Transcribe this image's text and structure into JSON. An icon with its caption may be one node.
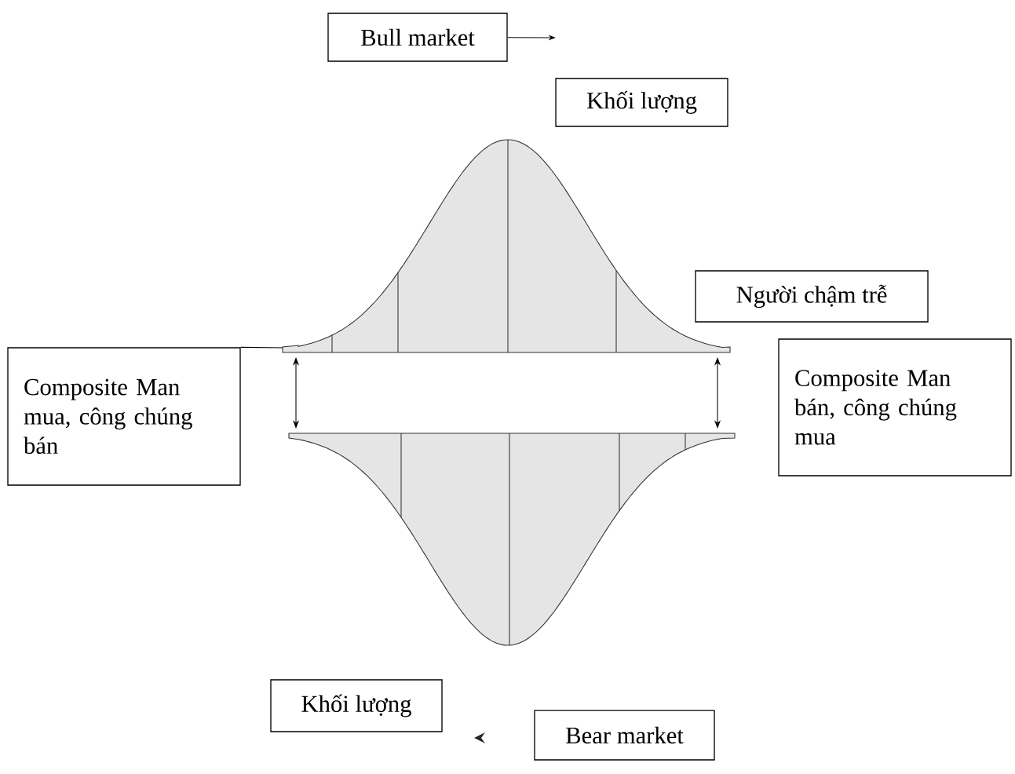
{
  "diagram": {
    "nodes": [
      {
        "text": [
          "Bull market"
        ]
      },
      {
        "text": [
          "Khối lượng"
        ]
      },
      {
        "text": [
          "Người chậm trễ"
        ]
      },
      {
        "text": [
          "Composite Man mua, công chúng bán"
        ]
      },
      {
        "text": [
          "Composite Man bán, công chúng mua"
        ]
      },
      {
        "text": [
          "Khối lượng"
        ]
      },
      {
        "text": [
          "Bear market"
        ]
      }
    ],
    "edges": [
      {
        "from": 0,
        "to": null,
        "arrow": "to"
      },
      {
        "from": 3,
        "to": null,
        "arrow": "none"
      }
    ]
  }
}
